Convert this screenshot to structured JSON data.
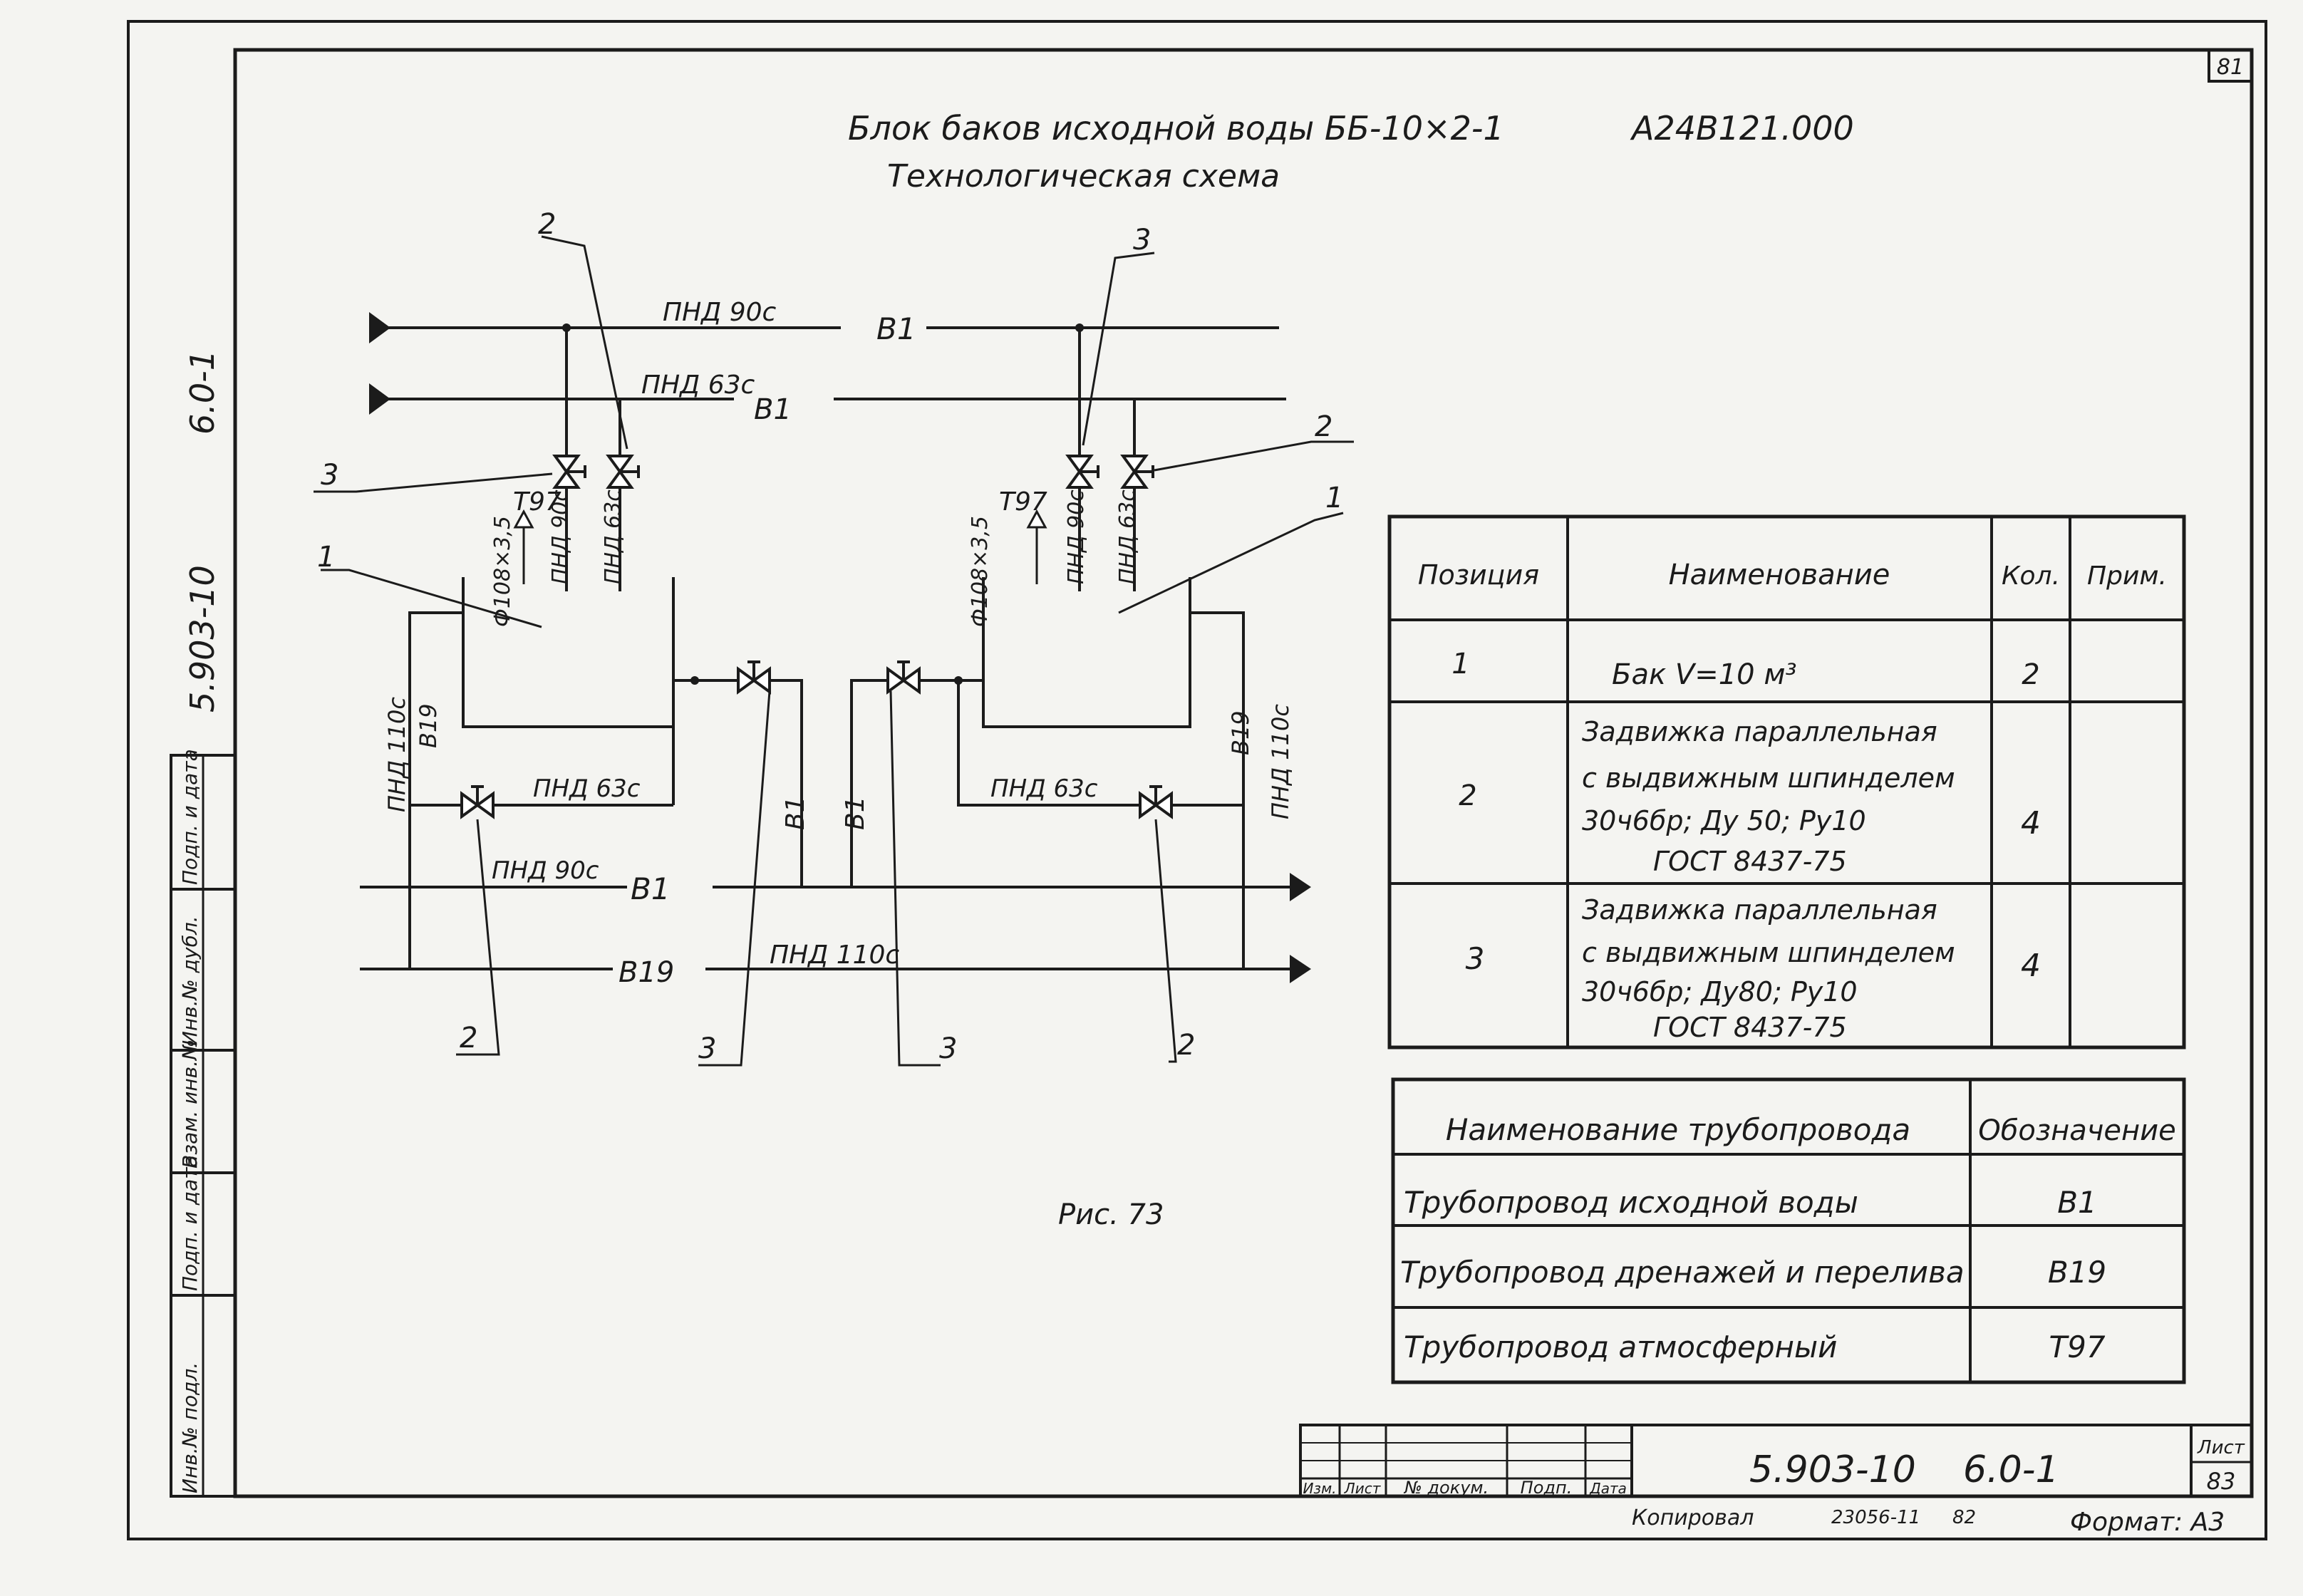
{
  "sheet": {
    "corner_number": "81",
    "title": "Блок баков исходной воды ББ-10×2-1",
    "code": "А24В121.000",
    "subtitle": "Технологическая схема",
    "figure": "Рис. 73",
    "side_code_1": "5.903-10",
    "side_code_2": "6.0-1",
    "side_stamp": [
      "Инв.№ подл.",
      "Подп. и дата",
      "Взам. инв.№",
      "Инв.№ дубл.",
      "Подп. и дата"
    ]
  },
  "diagram": {
    "labels": {
      "pnd90_top": "ПНД 90с",
      "b1_top": "В1",
      "pnd63_top": "ПНД 63с",
      "b1_second": "В1",
      "t97_left": "Т97",
      "t97_right": "Т97",
      "phi_left": "Ф108×3,5",
      "phi_right": "Ф108×3,5",
      "pnd90_vert_left": "ПНД 90с",
      "pnd63_vert_left": "ПНД 63с",
      "pnd90_vert_right": "ПНД 90с",
      "pnd63_vert_right": "ПНД 63с",
      "pnd110_vert_left": "ПНД 110с",
      "b19_vert_left": "В19",
      "pnd110_vert_right": "ПНД 110с",
      "b19_vert_right": "В19",
      "pnd63_low_left": "ПНД 63с",
      "pnd63_low_right": "ПНД 63с",
      "pnd90_low": "ПНД 90с",
      "b1_low": "В1",
      "b19_low": "В19",
      "pnd110_low": "ПНД 110с",
      "b1_vert_mid_left": "В1",
      "b1_vert_mid_right": "В1"
    },
    "callouts": {
      "c2_top_left": "2",
      "c3_top_right": "3",
      "c3_left": "3",
      "c2_right": "2",
      "c1_left": "1",
      "c1_right": "1",
      "c2_bottom_left": "2",
      "c3_bottom_left": "3",
      "c3_bottom_right": "3",
      "c2_bottom_right": "2"
    }
  },
  "spec_table": {
    "headers": [
      "Позиция",
      "Наименование",
      "Кол.",
      "Прим."
    ],
    "rows": [
      {
        "pos": "1",
        "name": [
          "Бак V=10 м³"
        ],
        "qty": "2",
        "note": ""
      },
      {
        "pos": "2",
        "name": [
          "Задвижка параллельная",
          "с выдвижным шпинделем",
          "30ч6бр; Ду 50; Ру10",
          "ГОСТ 8437-75"
        ],
        "qty": "4",
        "note": ""
      },
      {
        "pos": "3",
        "name": [
          "Задвижка параллельная",
          "с выдвижным шпинделем",
          "30ч6бр; Ду80; Ру10",
          "ГОСТ 8437-75"
        ],
        "qty": "4",
        "note": ""
      }
    ]
  },
  "pipe_table": {
    "headers": [
      "Наименование трубопровода",
      "Обозначение"
    ],
    "rows": [
      {
        "name": "Трубопровод исходной воды",
        "code": "В1"
      },
      {
        "name": "Трубопровод дренажей и перелива",
        "code": "В19"
      },
      {
        "name": "Трубопровод атмосферный",
        "code": "Т97"
      }
    ]
  },
  "title_block": {
    "columns": [
      "Изм.",
      "Лист",
      "№ докум.",
      "Подп.",
      "Дата"
    ],
    "doc_code": "5.903-10",
    "sheet_code": "6.0-1",
    "sheet_label": "Лист",
    "sheet_number": "83",
    "copied": "Копировал",
    "order": "23056-11",
    "year": "82",
    "format": "Формат: А3"
  }
}
